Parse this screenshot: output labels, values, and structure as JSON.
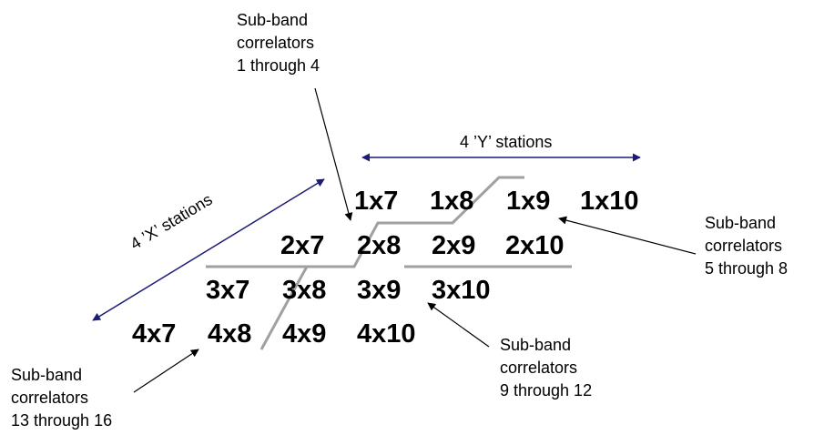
{
  "colors": {
    "text": "#000000",
    "partition_line": "#a0a0a0",
    "station_arrow": "#1c1c78",
    "pointer_arrow": "#000000"
  },
  "y_stations_label": "4 ’Y’ stations",
  "x_stations_label": "4 ’X’ stations",
  "rows": [
    [
      "1x7",
      "1x8",
      "1x9",
      "1x10"
    ],
    [
      "2x7",
      "2x8",
      "2x9",
      "2x10"
    ],
    [
      "3x7",
      "3x8",
      "3x9",
      "3x10"
    ],
    [
      "4x7",
      "4x8",
      "4x9",
      "4x10"
    ]
  ],
  "groups": {
    "g1": [
      "Sub-band",
      "correlators",
      "1 through 4"
    ],
    "g2": [
      "Sub-band",
      "correlators",
      "5 through 8"
    ],
    "g3": [
      "Sub-band",
      "correlators",
      "9 through 12"
    ],
    "g4": [
      "Sub-band",
      "correlators",
      "13 through 16"
    ]
  }
}
